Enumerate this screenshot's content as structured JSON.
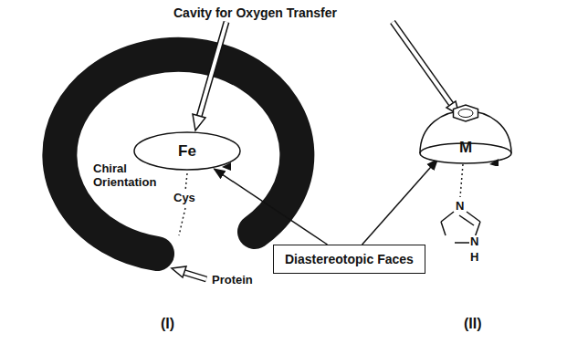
{
  "diagram": {
    "nodes": [
      {
        "text": [
          "Fe"
        ]
      },
      {
        "text": [
          "Diastereotopic Faces"
        ]
      },
      {
        "text": [
          "M"
        ]
      }
    ],
    "edges": [
      {
        "from": 1,
        "to": 0,
        "arrow": "to"
      },
      {
        "from": 1,
        "to": 2,
        "arrow": "to"
      }
    ],
    "labels": [
      "Cavity for Oxygen Transfer",
      "Chiral Orientation",
      "Cys",
      "Protein",
      "N",
      "N",
      "H",
      "(I)",
      "(II)"
    ]
  }
}
